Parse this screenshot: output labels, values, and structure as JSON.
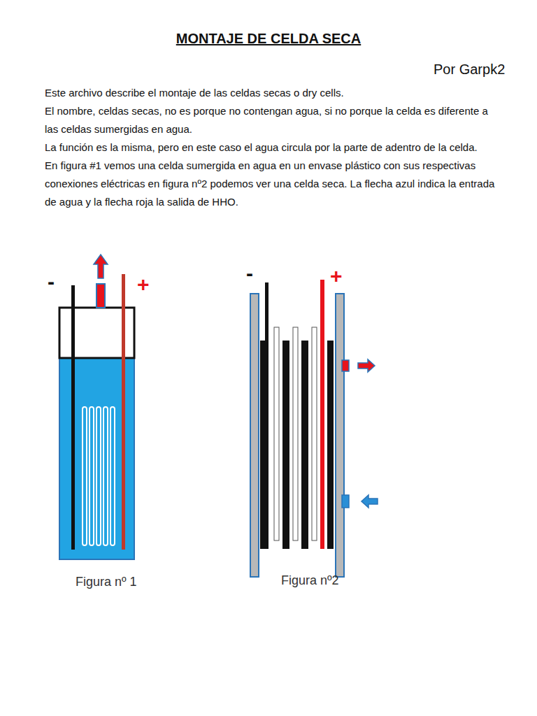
{
  "diagram": {
    "title": "MONTAJE DE CELDA SECA",
    "labels": [
      "Por Garpk2",
      "Este archivo describe el montaje de las celdas secas o dry cells.",
      "El nombre, celdas secas, no es porque no contengan agua, si no porque la celda es diferente a las celdas sumergidas en agua.",
      "La función es la misma, pero en este caso el agua circula por la parte de adentro de la celda.",
      "En figura #1 vemos una celda sumergida en agua en un envase plástico con sus respectivas conexiones eléctricas en figura nº2 podemos ver una celda seca. La flecha azul indica la entrada de agua y la flecha roja la salida de HHO.",
      "-",
      "+",
      "-",
      "+",
      "Figura nº 1",
      "Figura nº2"
    ]
  }
}
